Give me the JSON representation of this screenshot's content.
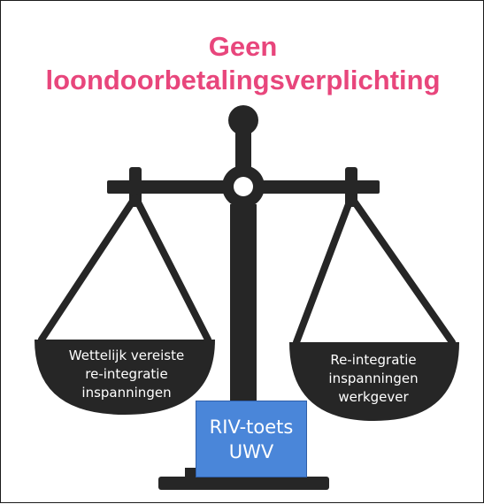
{
  "title": {
    "line1": "Geen",
    "line2": "loondoorbetalingsverplichting",
    "color": "#e8467c"
  },
  "left_pan": {
    "line1": "Wettelijk vereiste",
    "line2": "re-integratie",
    "line3": "inspanningen"
  },
  "right_pan": {
    "line1": "Re-integratie",
    "line2": "inspanningen",
    "line3": "werkgever"
  },
  "riv_box": {
    "line1": "RIV-toets",
    "line2": "UWV",
    "fill_color": "#4a86d9"
  },
  "colors": {
    "scale": "#262626",
    "background": "#ffffff"
  }
}
